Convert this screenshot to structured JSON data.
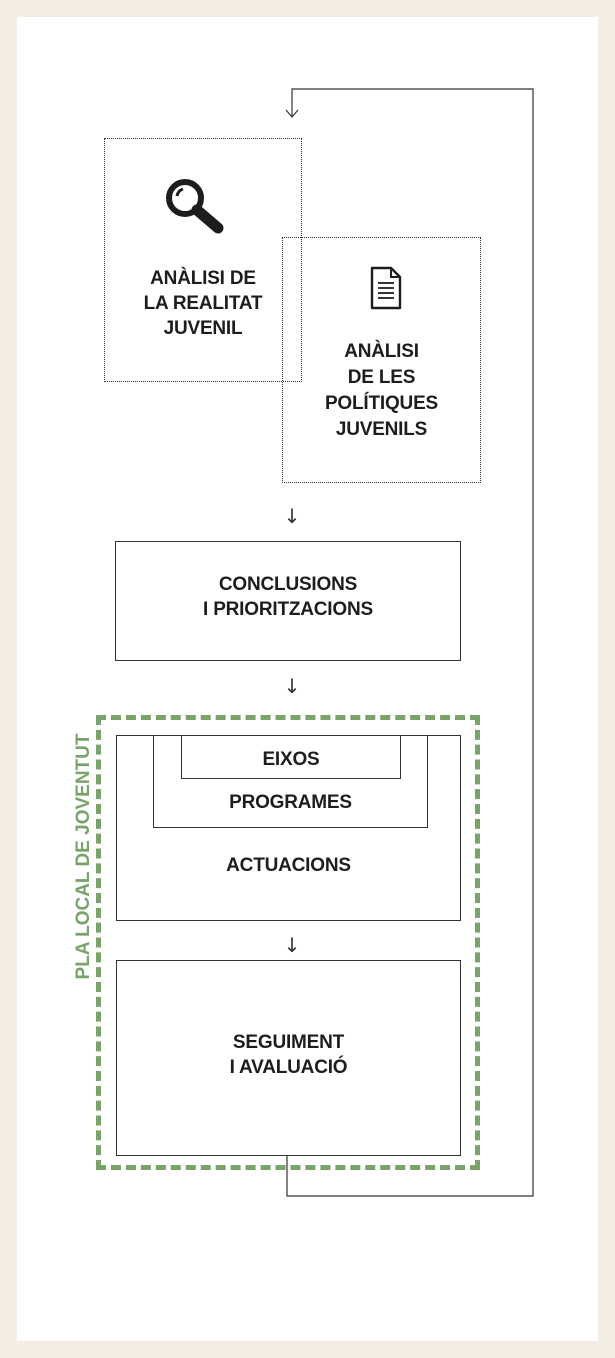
{
  "nodes": {
    "analisi_realitat": "ANÀLISI DE\nLA REALITAT\nJUVENIL",
    "analisi_politiques": "ANÀLISI\nDE LES\nPOLÍTIQUES\nJUVENILS",
    "conclusions": "CONCLUSIONS\nI PRIORITZACIONS",
    "eixos": "EIXOS",
    "programes": "PROGRAMES",
    "actuacions": "ACTUACIONS",
    "seguiment": "SEGUIMENT\nI AVALUACIÓ"
  },
  "group": {
    "label": "PLA LOCAL DE JOVENTUT",
    "color": "#7aa36c"
  },
  "icons": {
    "analisi_realitat": "magnifier-icon",
    "analisi_politiques": "document-icon"
  },
  "edges": [
    {
      "from": "analisi_politiques",
      "to": "conclusions"
    },
    {
      "from": "conclusions",
      "to": "actuacions"
    },
    {
      "from": "actuacions",
      "to": "seguiment"
    },
    {
      "from": "seguiment",
      "to": "analisi_realitat",
      "type": "feedback-loop"
    }
  ],
  "colors": {
    "background": "#f4ede4",
    "panel": "#ffffff",
    "lines": "#333333",
    "text": "#1d1d1b"
  }
}
